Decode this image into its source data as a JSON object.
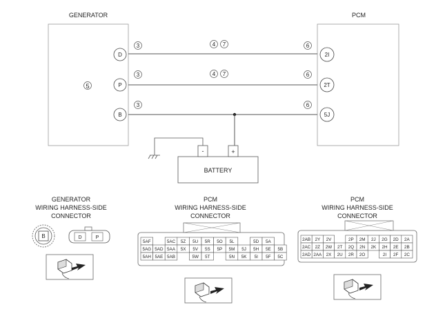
{
  "generator": {
    "title": "GENERATOR",
    "terminals": [
      "D",
      "P",
      "B"
    ],
    "note": "5"
  },
  "pcm": {
    "title": "PCM",
    "terminals": [
      "2I",
      "2T",
      "5J"
    ]
  },
  "wires": [
    {
      "gen_note": "3",
      "mid_notes": [
        "4",
        "7"
      ],
      "pcm_note": "6"
    },
    {
      "gen_note": "3",
      "mid_notes": [
        "4",
        "7"
      ],
      "pcm_note": "6"
    },
    {
      "gen_note": "3",
      "mid_notes": [],
      "pcm_note": "6"
    }
  ],
  "battery": {
    "label": "BATTERY",
    "neg": "-",
    "pos": "+"
  },
  "gen_connector": {
    "title": [
      "GENERATOR",
      "WIRING HARNESS-SIDE",
      "CONNECTOR"
    ],
    "round_pin": "B",
    "flat_pins": [
      "D",
      "P"
    ]
  },
  "pcm_connector1": {
    "title": [
      "PCM",
      "WIRING HARNESS-SIDE",
      "CONNECTOR"
    ],
    "rows": [
      [
        "5AF",
        "",
        "5AC",
        "5Z",
        "5U",
        "5R",
        "5O",
        "5L",
        "",
        "5D",
        "5A"
      ],
      [
        "5AG",
        "5AD",
        "5AA",
        "5X",
        "5V",
        "5S",
        "5P",
        "5M",
        "5J",
        "5H",
        "5E",
        "5B"
      ],
      [
        "5AH",
        "5AE",
        "5AB",
        "",
        "5W",
        "5T",
        "",
        "5N",
        "5K",
        "5I",
        "5F",
        "5C"
      ]
    ]
  },
  "pcm_connector2": {
    "title": [
      "PCM",
      "WIRING HARNESS-SIDE",
      "CONNECTOR"
    ],
    "rows": [
      [
        "2AB",
        "2Y",
        "2V",
        "",
        "2P",
        "2M",
        "2J",
        "2G",
        "2D",
        "2A"
      ],
      [
        "2AC",
        "2Z",
        "2W",
        "2T",
        "2Q",
        "2N",
        "2K",
        "2H",
        "2E",
        "2B"
      ],
      [
        "2AD",
        "2AA",
        "2X",
        "2U",
        "2R",
        "2O",
        "",
        "2I",
        "2F",
        "2C"
      ]
    ]
  }
}
